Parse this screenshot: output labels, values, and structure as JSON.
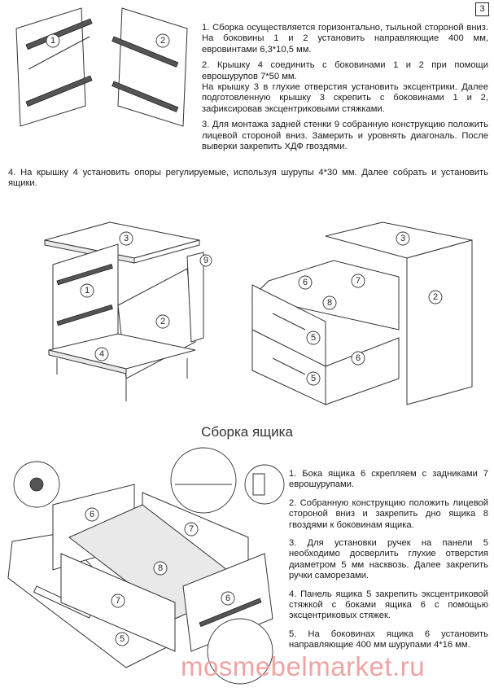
{
  "page_number": "3",
  "steps_top": [
    "1. Сборка осуществляется горизонтально, тыльной стороной вниз. На боковины 1 и 2 установить направляющие 400 мм, евровинтами 6,3*10,5 мм.",
    "2. Крышку 4 соединить с боковинами 1 и 2 при помощи еврошурупов 7*50 мм.",
    "На крышку 3 в глухие отверстия установить эксцентрики. Далее подготовленную крышку 3 скрепить с боковинами 1 и 2, зафиксировав эксцентриковыми стяжками.",
    "3. Для монтажа задней стенки 9 собранную конструкцию положить лицевой стороной вниз. Замерить и уровнять диагональ. После выверки закрепить ХДФ гвоздями."
  ],
  "step4": "4. На крышку 4 установить опоры регулируемые, используя шурупы 4*30 мм. Далее собрать и установить ящики.",
  "section_title": "Сборка ящика",
  "steps_drawer": [
    "1. Бока ящика 6 скрепляем с задниками 7 еврошурупами.",
    "2. Собранную конструкцию положить лицевой стороной вниз и закрепить дно ящика 8 гвоздями к боковинам ящика.",
    "3. Для установки ручек на панели 5 необходимо досверлить глухие отверстия диаметром 5 мм насквозь. Далее закрепить ручки саморезами.",
    "4. Панель ящика 5 закрепить эксцентриковой стяжкой с боками ящика 6 с помощью эксцентриковых стяжек.",
    "5. На боковинах ящика 6 установить направляющие 400 мм шурупами 4*16 мм."
  ],
  "labels": {
    "p1": "1",
    "p2": "2",
    "p3": "3",
    "p4": "4",
    "p5": "5",
    "p6": "6",
    "p7": "7",
    "p8": "8",
    "p9": "9"
  },
  "watermark": "mosmebelmarket.ru"
}
